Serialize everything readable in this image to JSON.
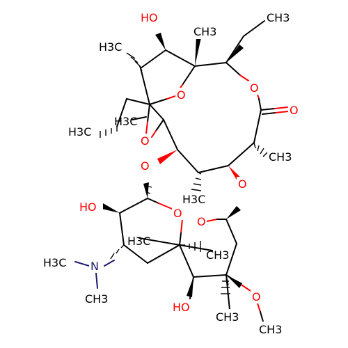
{
  "colors": {
    "carbon": "#000000",
    "oxygen": "#ff0000",
    "nitrogen": "#191970",
    "background": "#ffffff"
  },
  "labels": {
    "ho_top": "HO",
    "ch3_top": "CH3",
    "ch3_ethyl": "CH3",
    "h3c_left_top": "H3C",
    "o_ring_upper": "O",
    "o_lactone": "O",
    "o_carbonyl": "O",
    "o_epoxide": "O",
    "h3c_left_mid": "H3C",
    "h3c_overlap": "H3C",
    "ch3_right_mid": "CH3",
    "o_glyco_left": "O",
    "o_glyco_right": "O",
    "h3c_center": "H3C",
    "ho_desosamine": "HO",
    "o_desosamine_ring": "O",
    "o_cladinose_ring": "O",
    "h3c_desosamine": "H3C",
    "ch3_desosamine": "CH3",
    "h3c_nme": "H3C",
    "n_dimethyl": "N",
    "ch3_nme": "CH3",
    "ho_cladinose": "HO",
    "ch3_cladinose": "CH3",
    "o_methoxy": "O",
    "ch3_methoxy": "CH3"
  }
}
